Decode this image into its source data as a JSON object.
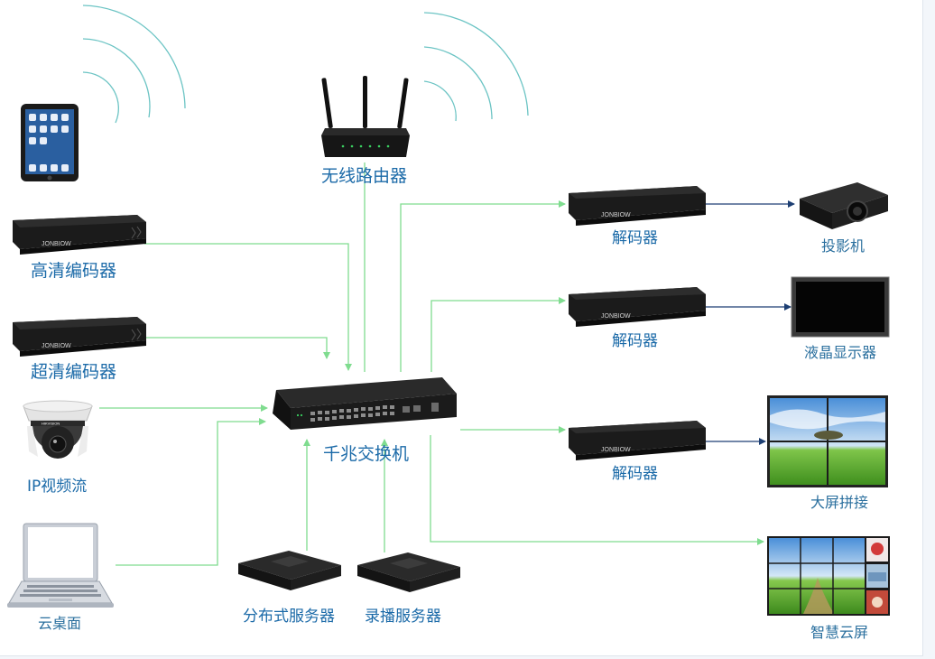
{
  "colors": {
    "link": "#7fdc8f",
    "output": "#1d3f73",
    "wifi": "#6cc4c4",
    "label": "#1b6aa8"
  },
  "labels": {
    "router": "无线路由器",
    "hd_encoder": "高清编码器",
    "uhd_encoder": "超清编码器",
    "ip_camera": "IP视频流",
    "cloud_desktop": "云桌面",
    "switch": "千兆交换机",
    "distributed_server": "分布式服务器",
    "recording_server": "录播服务器",
    "decoder_1": "解码器",
    "decoder_2": "解码器",
    "decoder_3": "解码器",
    "projector": "投影机",
    "lcd_display": "液晶显示器",
    "video_wall": "大屏拼接",
    "smart_screen": "智慧云屏"
  },
  "device_icons": {
    "tablet": "tablet-icon",
    "router": "wireless-router-icon",
    "encoder": "encoder-box-icon",
    "camera": "dome-camera-icon",
    "laptop": "laptop-icon",
    "switch": "network-switch-icon",
    "server": "rack-server-icon",
    "decoder": "decoder-box-icon",
    "projector": "projector-icon",
    "monitor": "lcd-monitor-icon",
    "video_wall": "video-wall-icon",
    "smart_screen": "smart-screen-icon"
  },
  "brand_marks": {
    "device_brand": "JONBIOW",
    "camera_brand": "HIKVISION"
  }
}
